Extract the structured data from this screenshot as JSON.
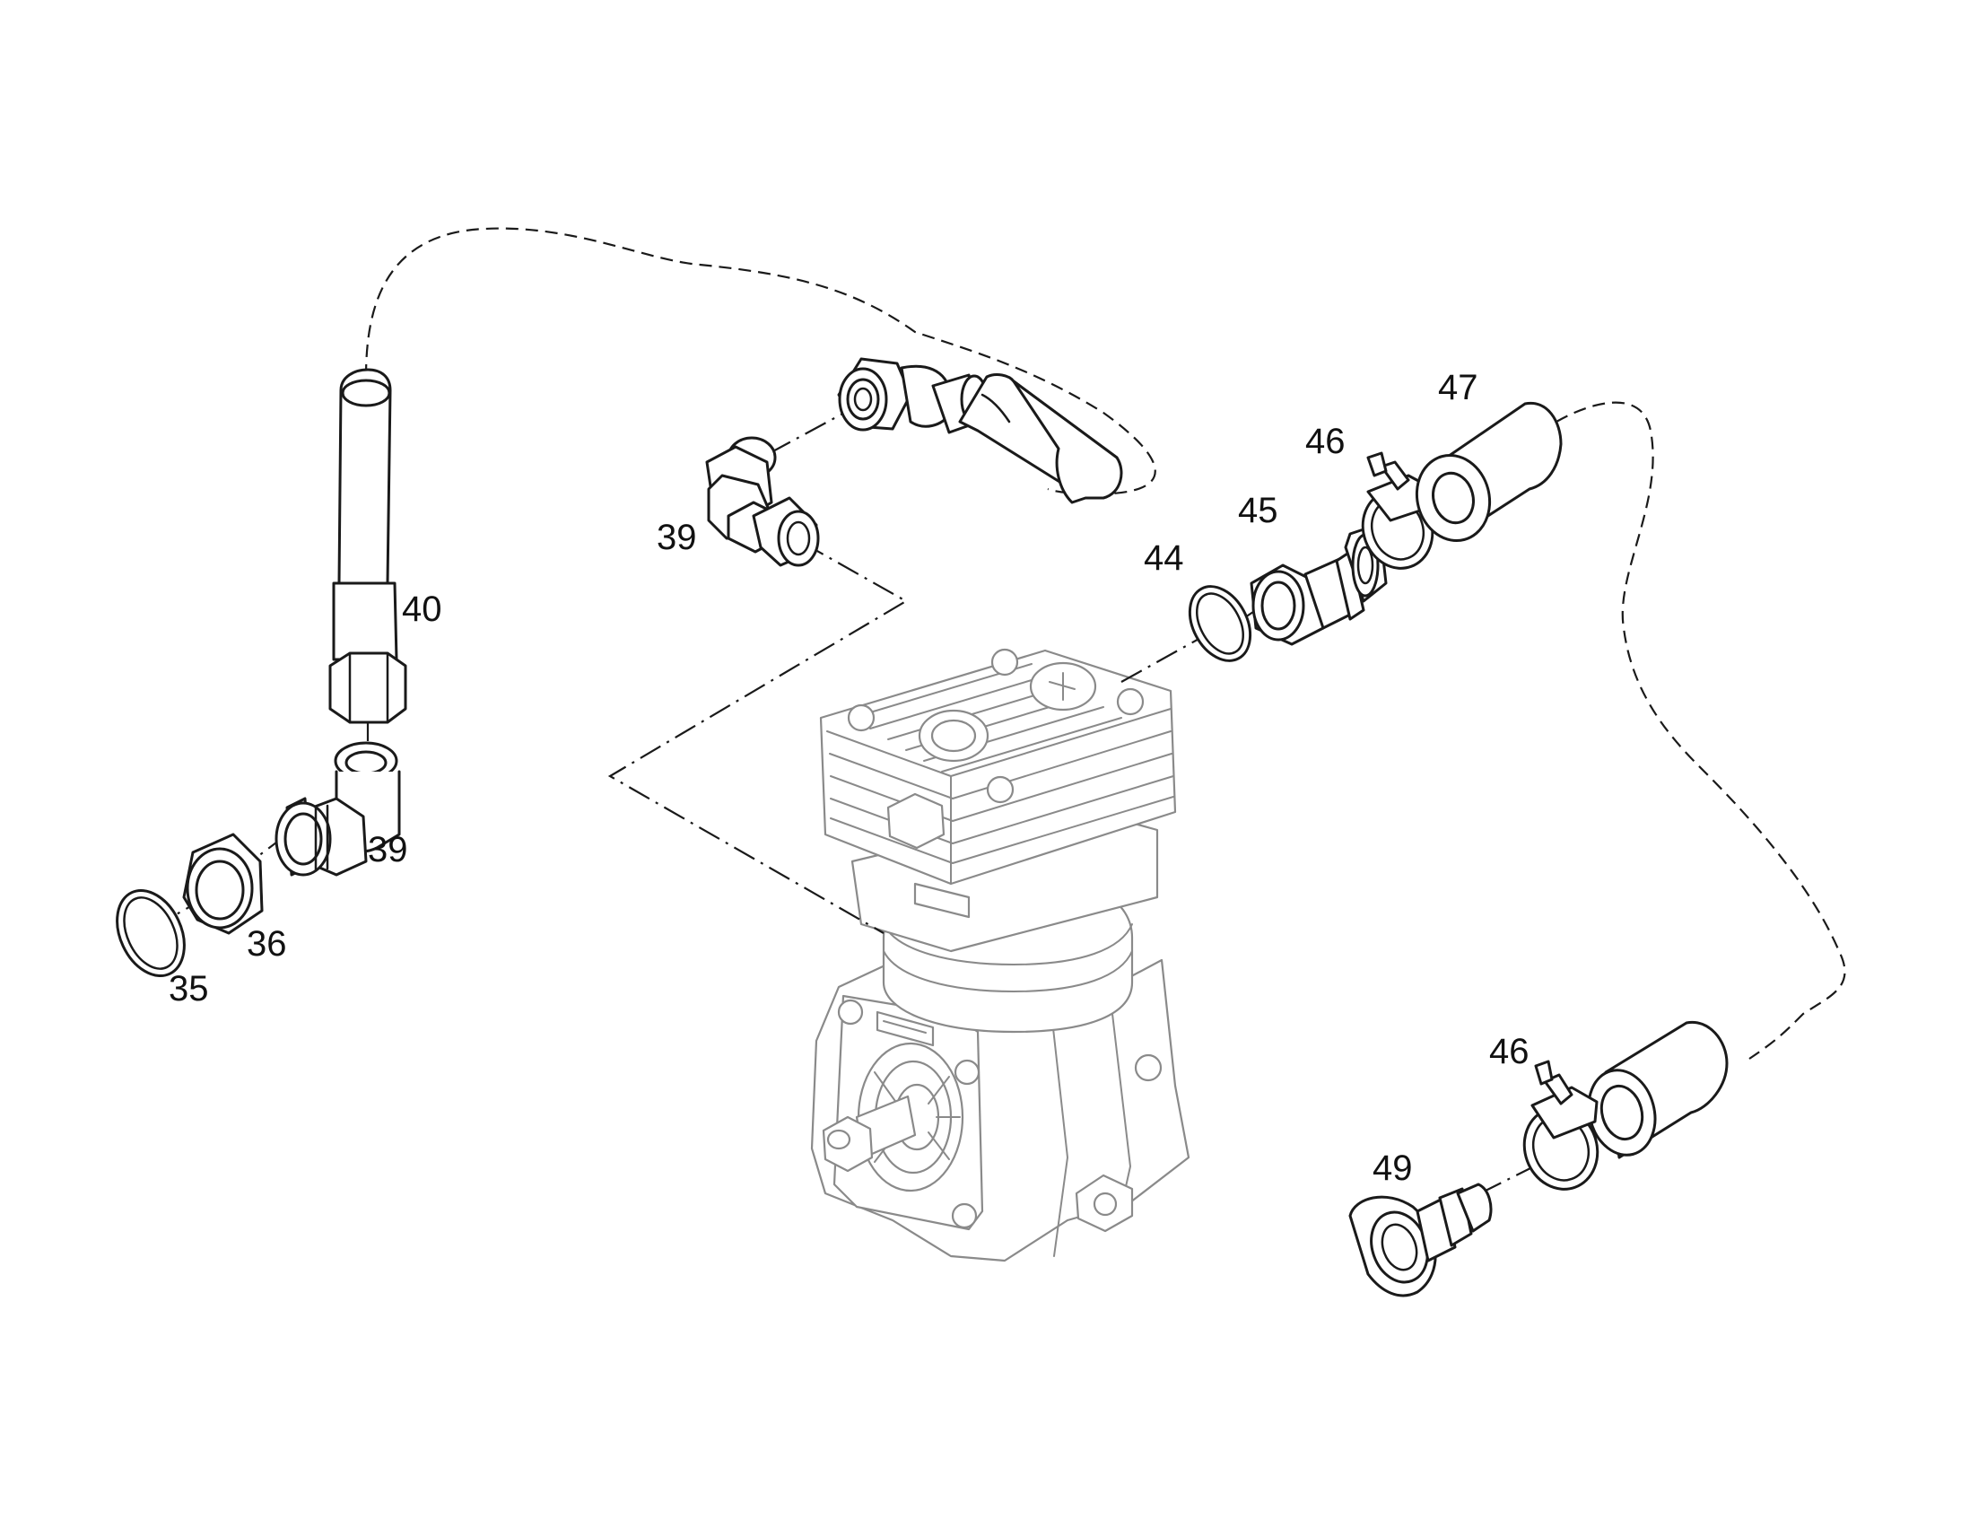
{
  "callouts": {
    "c35": "35",
    "c36": "36",
    "c39a": "39",
    "c39b": "39",
    "c40": "40",
    "c44": "44",
    "c45": "45",
    "c46a": "46",
    "c46b": "46",
    "c47": "47",
    "c49": "49"
  },
  "colors": {
    "line": "#1a1a1a",
    "ghost": "#8a8a8a",
    "background": "#ffffff"
  }
}
